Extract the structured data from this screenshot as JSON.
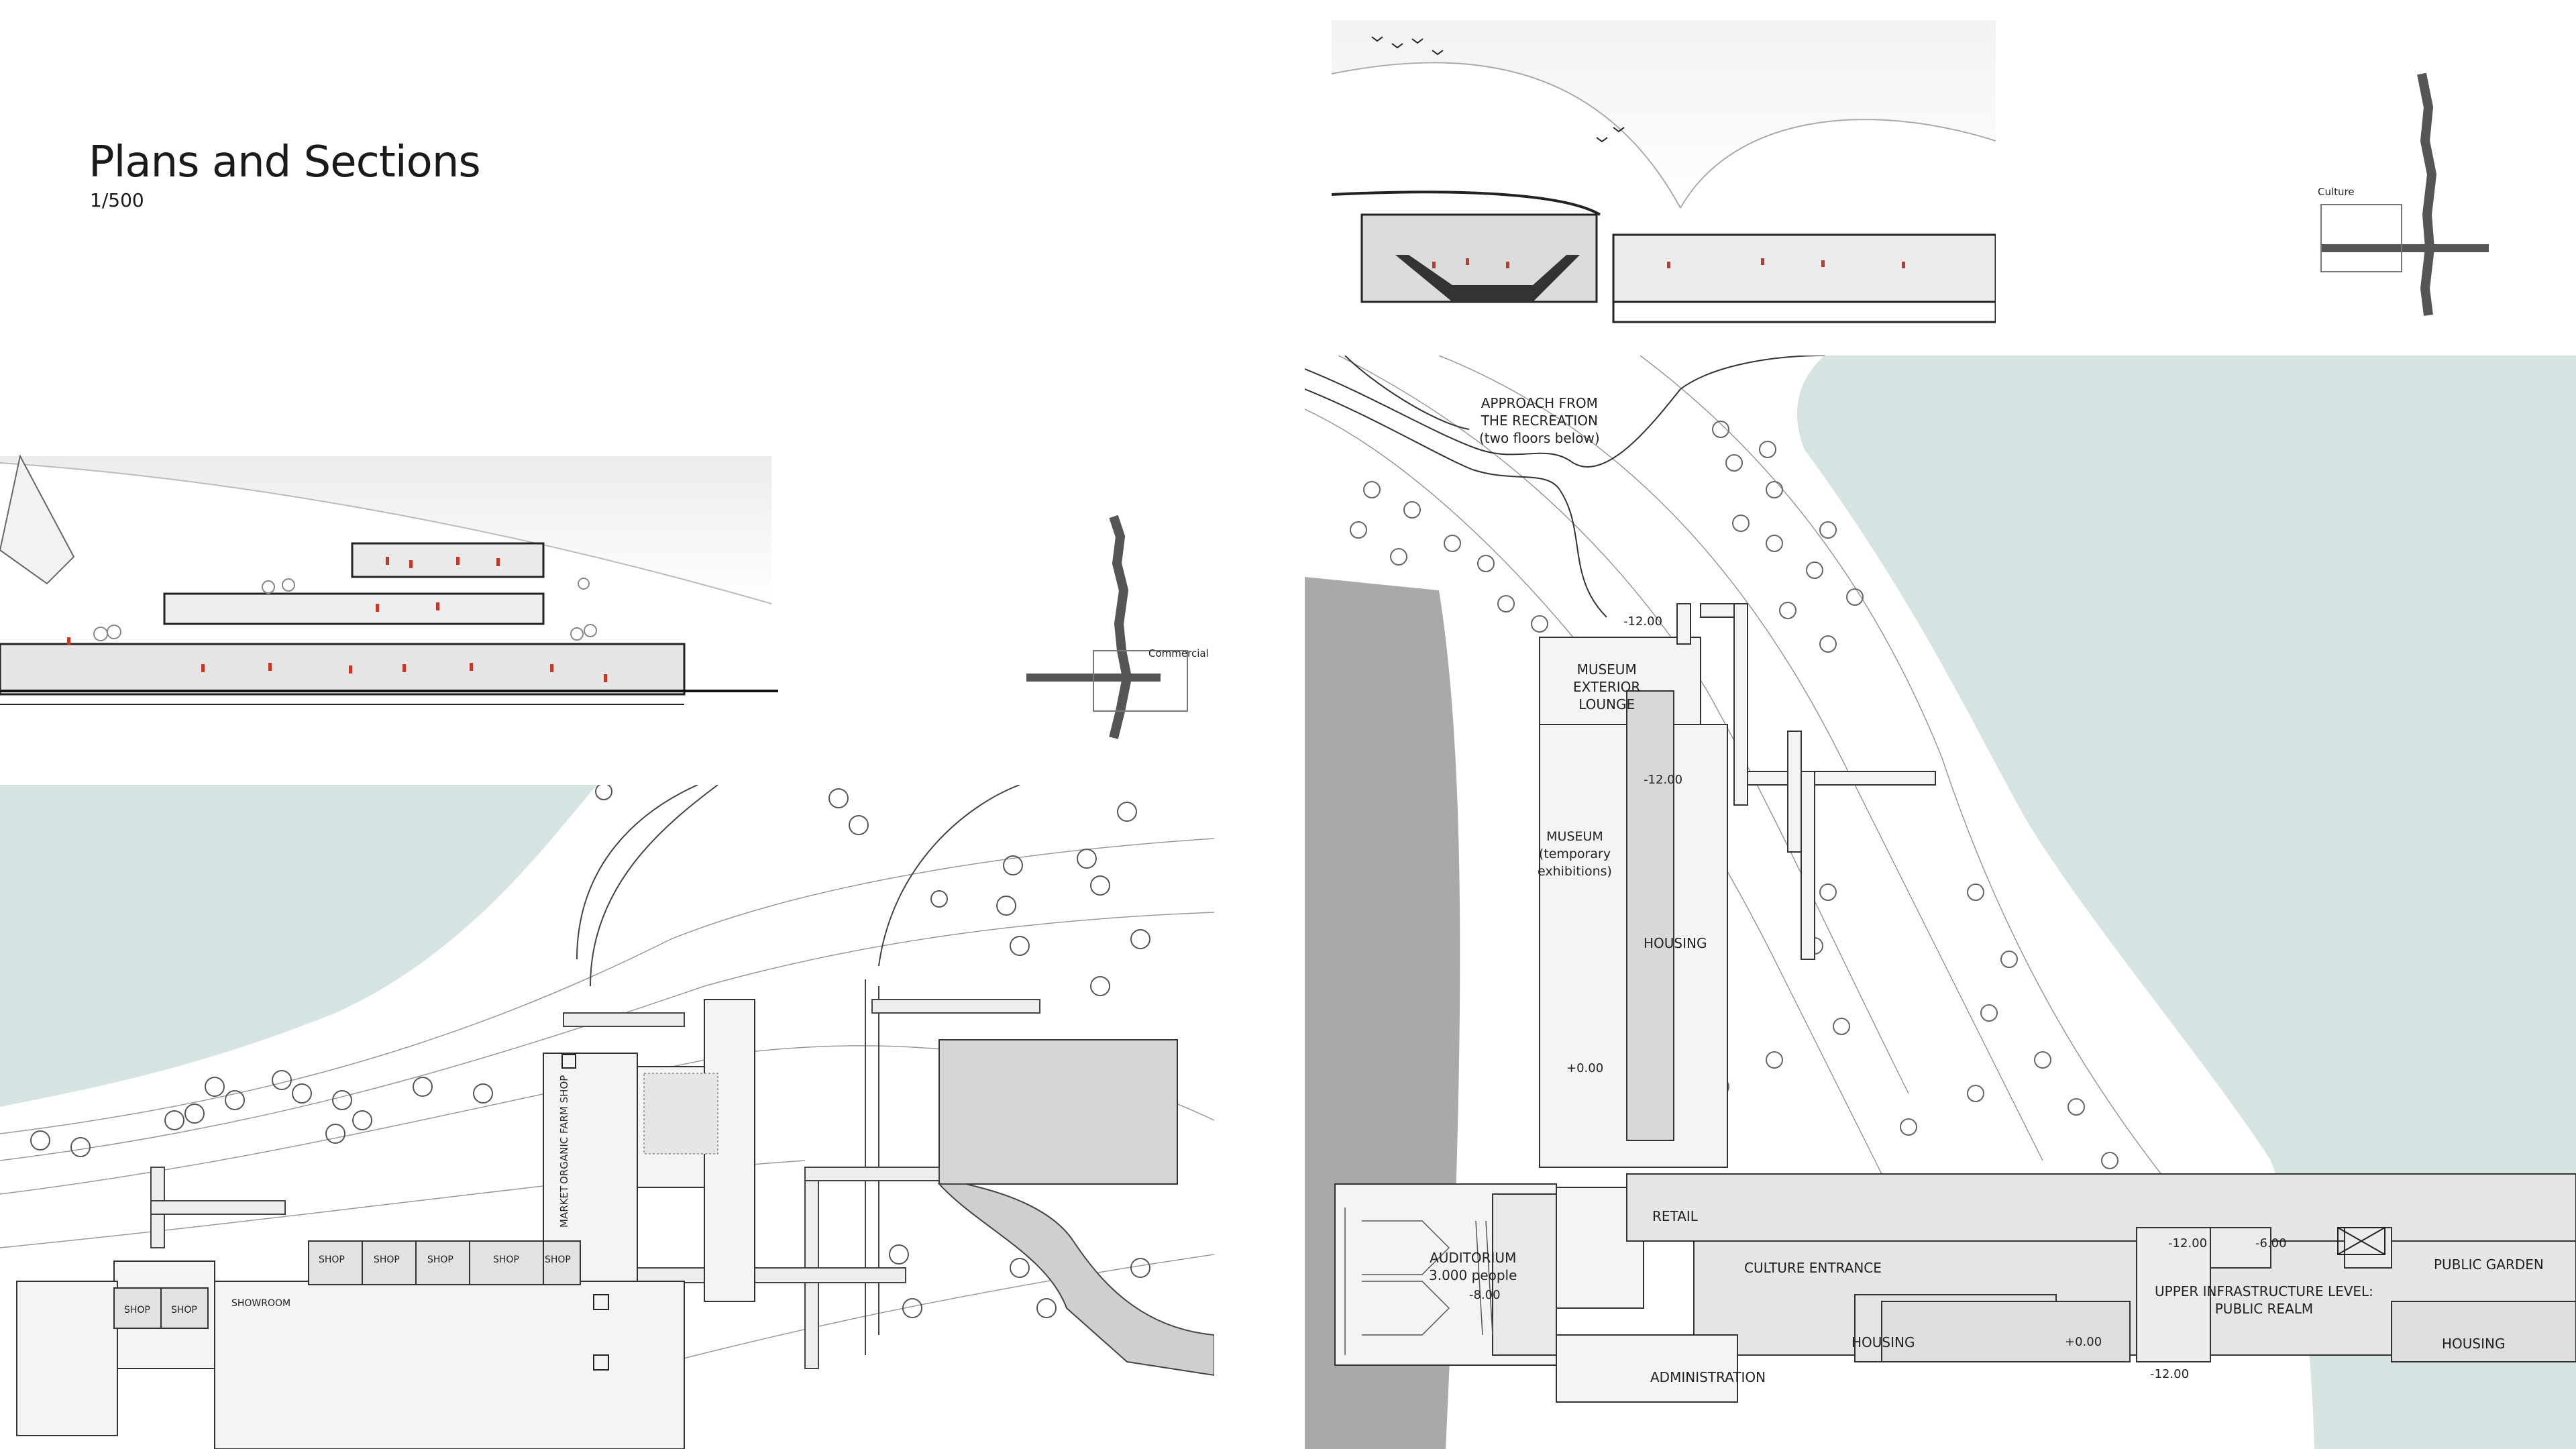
{
  "header": {
    "title": "Plans and Sections",
    "scale": "1/500"
  },
  "commercial": {
    "key_label": "Commercial",
    "plan_labels": {
      "organic_farm_shop": "ORGANIC FARM SHOP",
      "market": "MARKET",
      "shop": "SHOP",
      "showroom": "SHOWROOM"
    }
  },
  "culture": {
    "key_label": "Culture",
    "plan_labels": {
      "approach": "APPROACH FROM\nTHE RECREATION\n(two floors below)",
      "museum_lounge": "MUSEUM\nEXTERIOR\nLOUNGE",
      "museum": "MUSEUM\n(temporary\nexhibitions)",
      "housing": "HOUSING",
      "retail": "RETAIL",
      "auditorium": "AUDITORIUM\n3.000 people",
      "culture_entrance": "CULTURE ENTRANCE",
      "administration": "ADMINISTRATION",
      "upper_level": "UPPER INFRASTRUCTURE LEVEL:\nPUBLIC REALM",
      "public_garden": "PUBLIC GARDEN"
    },
    "levels": {
      "l_m12": "-12.00",
      "l_m8": "-8.00",
      "l_m6": "-6.00",
      "l_p0": "+0.00"
    }
  },
  "colors": {
    "water": "#d6e3e3",
    "grey_mass": "#a9a9a9",
    "plaza": "#e4e4e4",
    "red_figures": "#c0392b"
  }
}
